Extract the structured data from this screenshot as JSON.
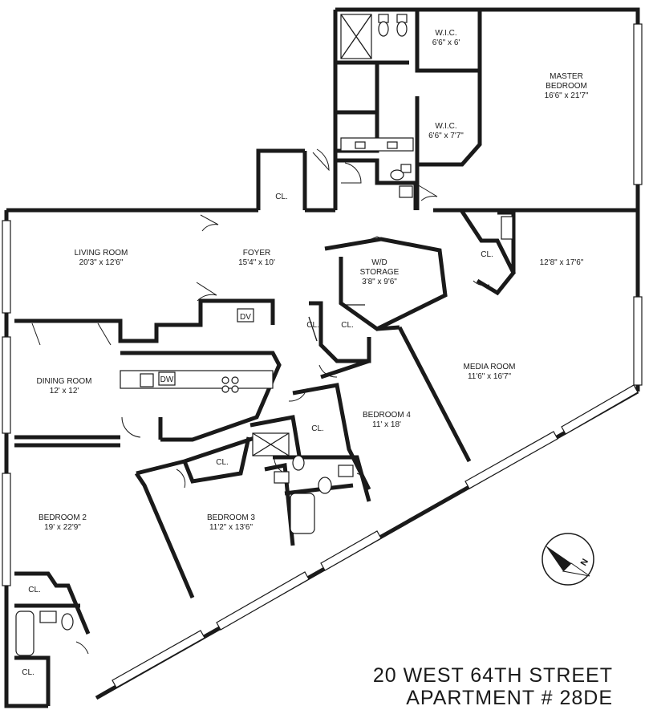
{
  "title": {
    "line1": "20 WEST 64TH STREET",
    "line2": "APARTMENT # 28DE"
  },
  "rooms": {
    "living": {
      "name": "LIVING ROOM",
      "dims": "20'3\" x 12'6\""
    },
    "foyer": {
      "name": "FOYER",
      "dims": "15'4\" x 10'"
    },
    "wd": {
      "name1": "W/D",
      "name2": "STORAGE",
      "dims": "3'8\" x 9'6\""
    },
    "master": {
      "name1": "MASTER",
      "name2": "BEDROOM",
      "dims": "16'6\" x 21'7\""
    },
    "wic1": {
      "name": "W.I.C.",
      "dims": "6'6\" x 6'"
    },
    "wic2": {
      "name": "W.I.C.",
      "dims": "6'6\" x 7'7\""
    },
    "upper_right": {
      "dims": "12'8\" x 17'6\""
    },
    "media": {
      "name": "MEDIA ROOM",
      "dims": "11'6\" x 16'7\""
    },
    "dining": {
      "name": "DINING ROOM",
      "dims": "12' x 12'"
    },
    "bed4": {
      "name": "BEDROOM 4",
      "dims": "11' x 18'"
    },
    "bed3": {
      "name": "BEDROOM 3",
      "dims": "11'2\" x 13'6\""
    },
    "bed2": {
      "name": "BEDROOM 2",
      "dims": "19' x 22'9\""
    }
  },
  "closet_label": "CL.",
  "appliances": {
    "dv": "DV",
    "dw": "DW"
  },
  "compass": {
    "letter": "N"
  }
}
